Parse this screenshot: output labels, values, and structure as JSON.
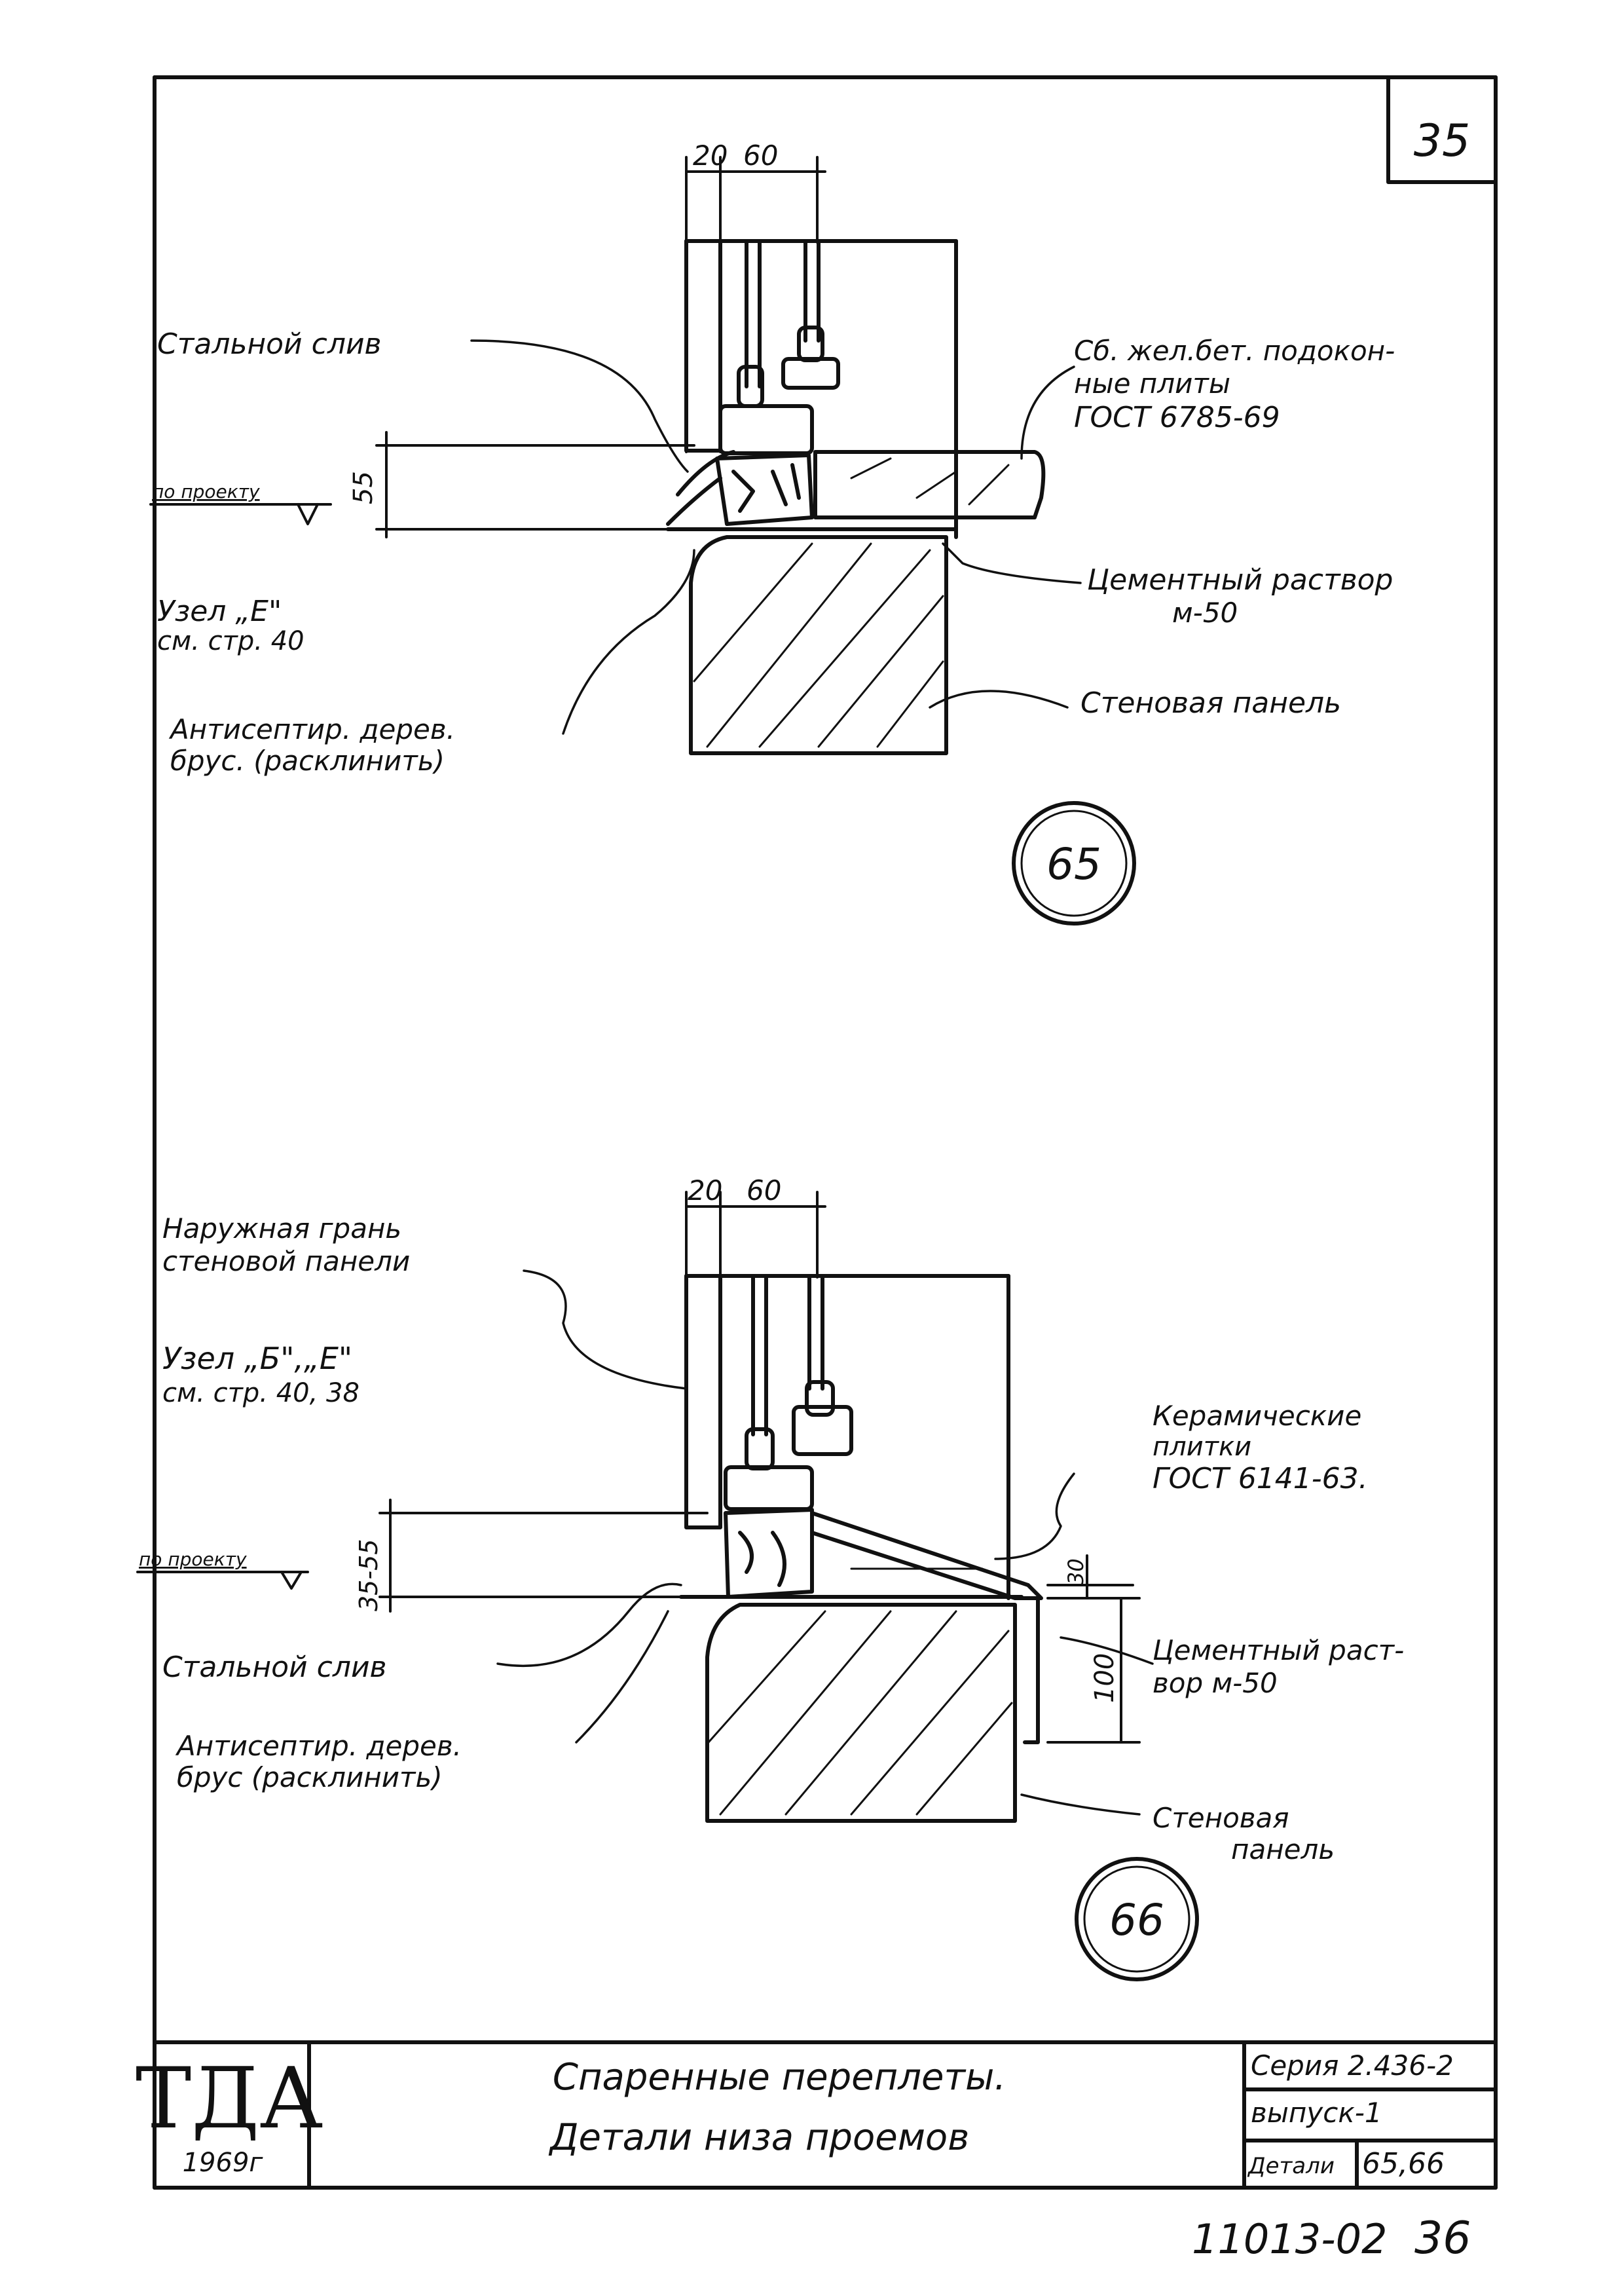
{
  "sheet": {
    "page_number": "35",
    "bottom_number": "11013-02",
    "bottom_page": "36"
  },
  "detail65": {
    "dim_top_a": "20",
    "dim_top_b": "60",
    "dim_side": "55",
    "label_steel_drip": "Стальной слив",
    "label_sill_line1": "Сб. жел.бет. подокон-",
    "label_sill_line2": "ные плиты",
    "label_sill_line3": "ГОСТ 6785-69",
    "label_level": "по проекту",
    "label_node_line1": "Узел „Е\"",
    "label_node_line2": "см. стр. 40",
    "label_mortar_line1": "Цементный раствор",
    "label_mortar_line2": "м-50",
    "label_panel": "Стеновая панель",
    "label_beam_line1": "Антисептир. дерев.",
    "label_beam_line2": "брус. (расклинить)",
    "callout": "65"
  },
  "detail66": {
    "dim_top_a": "20",
    "dim_top_b": "60",
    "dim_side": "35-55",
    "dim_right_small": "30",
    "dim_right_big": "100",
    "label_outer_line1": "Наружная грань",
    "label_outer_line2": "стеновой панели",
    "label_node_line1": "Узел „Б\",„Е\"",
    "label_node_line2": "см. стр. 40, 38",
    "label_tiles_line1": "Керамические",
    "label_tiles_line2": "плитки",
    "label_tiles_line3": "ГОСТ 6141-63.",
    "label_level": "по проекту",
    "label_steel_drip": "Стальной слив",
    "label_mortar_line1": "Цементный раст-",
    "label_mortar_line2": "вор м-50",
    "label_beam_line1": "Антисептир. дерев.",
    "label_beam_line2": "брус (расклинить)",
    "label_panel_line1": "Стеновая",
    "label_panel_line2": "панель",
    "callout": "66"
  },
  "title_block": {
    "org": "ТДА",
    "year": "1969г",
    "title_line1": "Спаренные переплеты.",
    "title_line2": "Детали низа проемов",
    "series": "Серия 2.436-2",
    "issue": "выпуск-1",
    "details_label": "Детали",
    "details_value": "65,66"
  }
}
